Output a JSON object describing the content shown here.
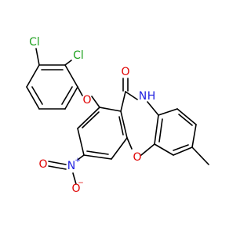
{
  "molecule": {
    "atoms": {
      "cl1": "Cl",
      "cl2": "Cl",
      "o_ether1": "O",
      "o_carbonyl": "O",
      "nh_n": "N",
      "nh_h": "H",
      "o_ring": "O",
      "n_nitro": "N",
      "n_charge": "+",
      "o_nitro1": "O",
      "o_nitro2": "O",
      "o_charge": "−"
    },
    "colors": {
      "bond": "#000000",
      "chlorine": "#1fa01f",
      "oxygen": "#e00000",
      "nitrogen": "#1f1fe0"
    }
  }
}
